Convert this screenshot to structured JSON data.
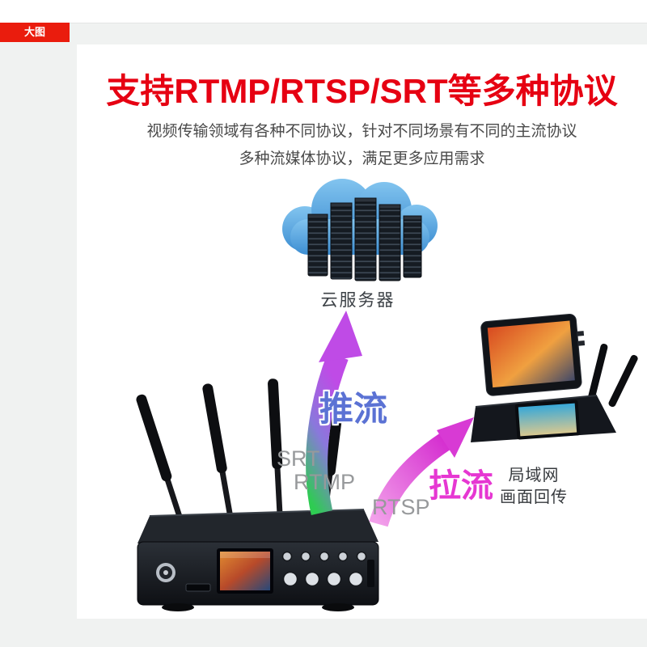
{
  "badge": {
    "label": "大图"
  },
  "header": {
    "title": "支持RTMP/RTSP/SRT等多种协议",
    "subtitle1": "视频传输领域有各种不同协议，针对不同场景有不同的主流协议",
    "subtitle2": "多种流媒体协议，满足更多应用需求"
  },
  "diagram": {
    "cloud_label": "云服务器",
    "push_arrow_label": "推流",
    "pull_arrow_label": "拉流",
    "protocols": {
      "srt": "SRT",
      "rtmp": "RTMP",
      "rtsp": "RTSP"
    },
    "receiver_label1": "局域网",
    "receiver_label2": "画面回传"
  },
  "colors": {
    "title_red": "#e60012",
    "badge_red": "#ea1c0d",
    "subtitle_gray": "#4a4a4a",
    "protocol_gray": "#97999b",
    "push_label_blue": "#5b72d4",
    "pull_label_pink": "#e637d2",
    "push_arrow_gradient": [
      "#2ecc52",
      "#bf4be6"
    ],
    "pull_arrow_gradient": [
      "#f2a0ea",
      "#d52fd0"
    ],
    "cloud_blue": "#3d8ed2"
  }
}
